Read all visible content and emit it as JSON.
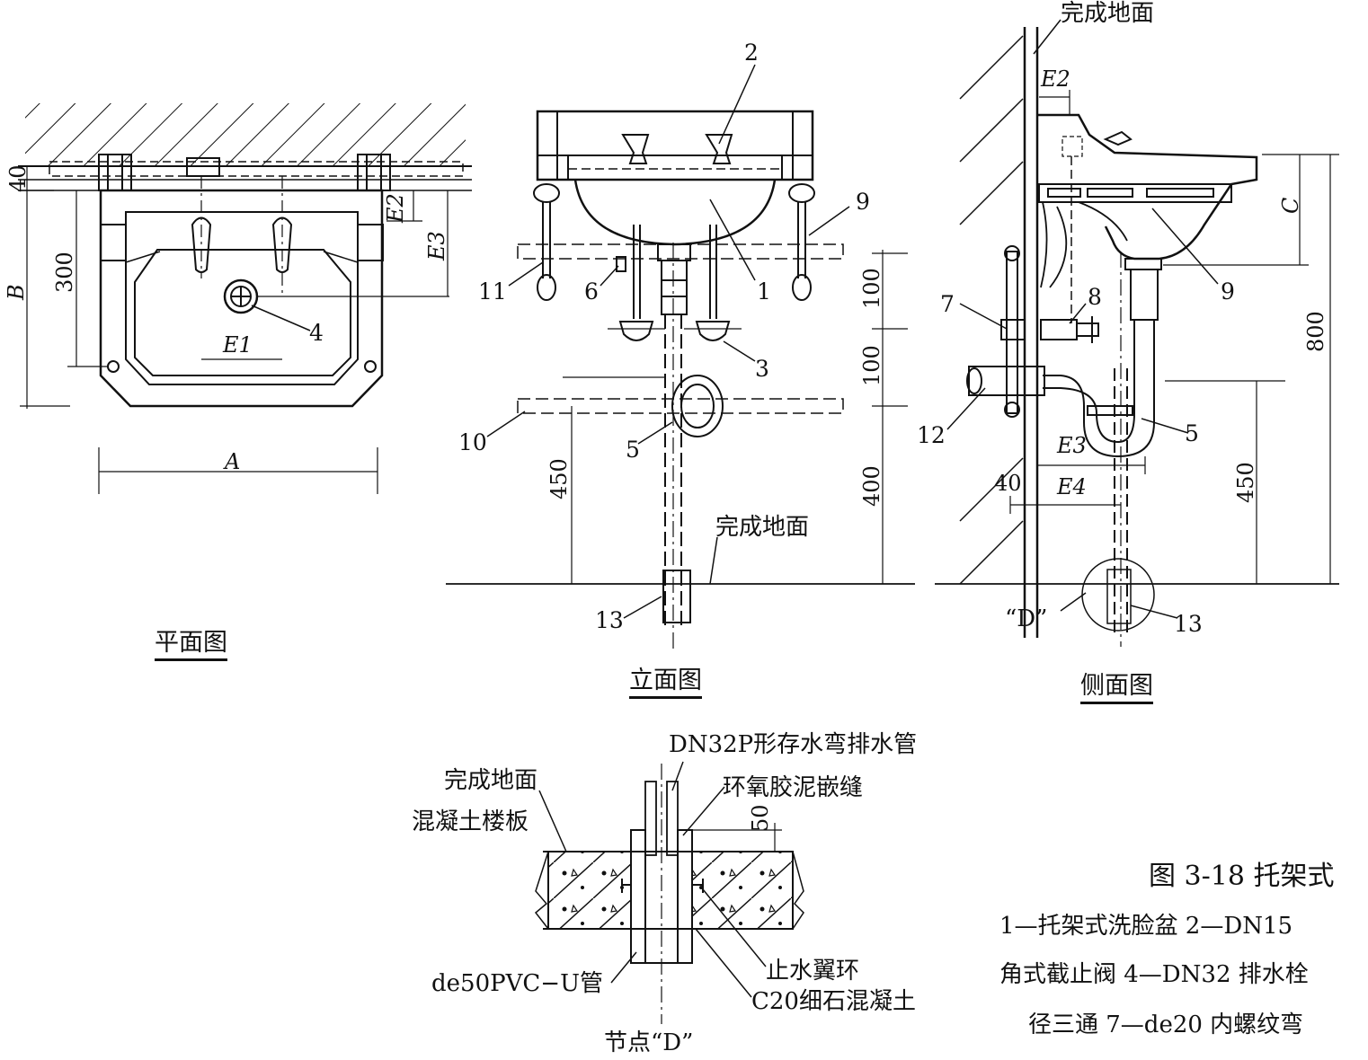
{
  "titles": {
    "plan": "平面图",
    "elevation": "立面图",
    "side": "侧面图",
    "node": "节点“D”"
  },
  "floor_label": "完成地面",
  "node_labels": {
    "drain": "DN32P形存水弯排水管",
    "epoxy": "环氧胶泥嵌缝",
    "floor": "完成地面",
    "slab": "混凝土楼板",
    "pipe": "de50PVC−U管",
    "ring": "止水翼环",
    "concrete": "C20细石混凝土",
    "dim50": "50"
  },
  "plan_dims": {
    "d40": "40",
    "d300": "300",
    "B": "B",
    "A": "A",
    "E1": "E1",
    "E2": "E2",
    "E3": "E3"
  },
  "elev_dims": {
    "d100a": "100",
    "d100b": "100",
    "d400": "400",
    "d450": "450"
  },
  "side_dims": {
    "E2": "E2",
    "E3": "E3",
    "E4": "E4",
    "C": "C",
    "d800": "800",
    "d450": "450",
    "d40": "40",
    "D": "“D”"
  },
  "markers": {
    "n1": "1",
    "n2": "2",
    "n3": "3",
    "n4": "4",
    "n5a": "5",
    "n5b": "5",
    "n6": "6",
    "n7": "7",
    "n8": "8",
    "n9a": "9",
    "n9b": "9",
    "n10": "10",
    "n11": "11",
    "n12": "12",
    "n13a": "13",
    "n13b": "13"
  },
  "caption": "图 3-18    托架式",
  "legend": [
    "1—托架式洗脸盆    2—DN15",
    "角式截止阀    4—DN32 排水栓",
    "径三通    7—de20 内螺纹弯"
  ]
}
